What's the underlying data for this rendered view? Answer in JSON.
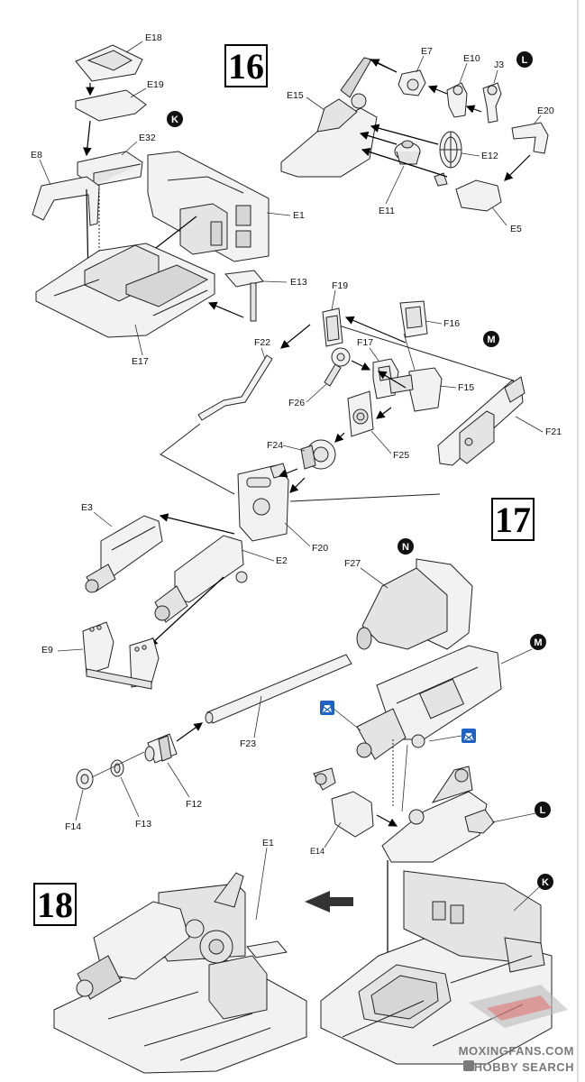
{
  "steps": {
    "s16": "16",
    "s17": "17",
    "s18": "18"
  },
  "markers": {
    "K": "K",
    "L": "L",
    "M": "M",
    "N": "N"
  },
  "parts": {
    "E18": "E18",
    "E19": "E19",
    "E32": "E32",
    "E8": "E8",
    "E1": "E1",
    "E13": "E13",
    "E17": "E17",
    "E7": "E7",
    "E10": "E10",
    "J3": "J3",
    "E15": "E15",
    "E20": "E20",
    "E12": "E12",
    "E11": "E11",
    "E5": "E5",
    "F19": "F19",
    "F16": "F16",
    "F17": "F17",
    "F22": "F22",
    "F26": "F26",
    "F15": "F15",
    "F21": "F21",
    "F24": "F24",
    "F25": "F25",
    "E3": "E3",
    "E2": "E2",
    "F20": "F20",
    "F27": "F27",
    "E9": "E9",
    "F23": "F23",
    "F12": "F12",
    "F14": "F14",
    "F13": "F13",
    "E14": "E14",
    "E1b": "E1"
  },
  "watermark": {
    "line1": "MOXINGFANS.COM",
    "line2": "HOBBY SEARCH"
  },
  "colors": {
    "ink": "#222222",
    "marker": "#111111",
    "glue_icon": "#1f63c6",
    "watermark": "#7a7a7a"
  }
}
